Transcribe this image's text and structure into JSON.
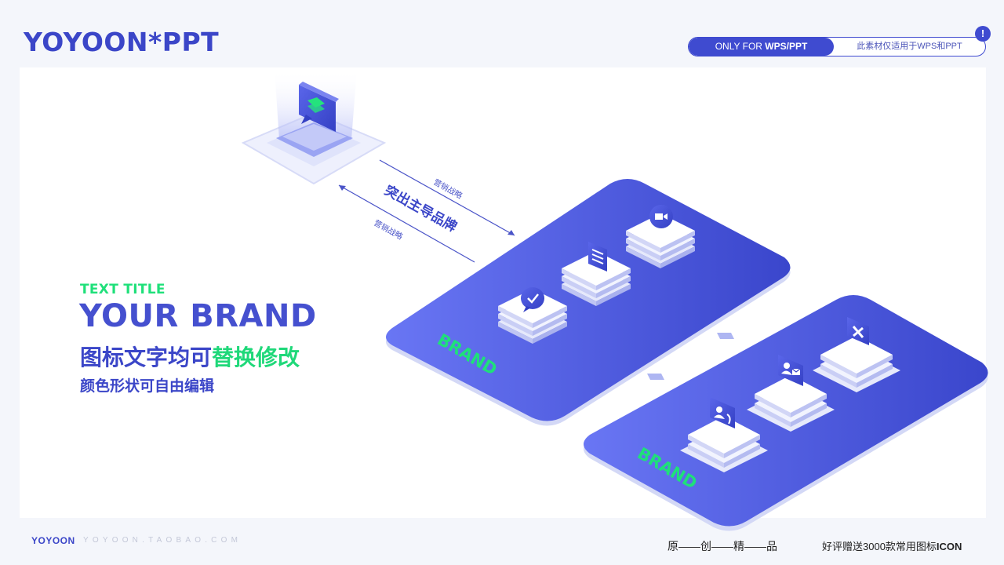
{
  "header": {
    "logo": "YOYOON*PPT",
    "pill_prefix": "ONLY FOR ",
    "pill_bold": "WPS/PPT",
    "pill_note": "此素材仅适用于WPS和PPT",
    "alert_glyph": "!"
  },
  "diagram": {
    "arrow_top_label": "营销战略",
    "center_label": "突出主导品牌",
    "arrow_bottom_label": "营销战略",
    "platform1_label": "BRAND",
    "platform2_label": "BRAND",
    "platform1_icons": [
      "chat-check-icon",
      "document-list-icon",
      "video-camera-icon"
    ],
    "platform2_icons": [
      "contact-phone-icon",
      "contact-mail-icon",
      "close-x-icon"
    ],
    "top_icon": "chat-layers-icon",
    "colors": {
      "primary": "#3f4bd0",
      "accent": "#1fe07a",
      "light": "#e6e9fb"
    }
  },
  "text_block": {
    "title": "TEXT TITLE",
    "brand": "YOUR BRAND",
    "line1_a": "图标文字均可",
    "line1_b": "替换修改",
    "line2": "颜色形状可自由编辑"
  },
  "footer": {
    "logo": "YOYOON",
    "url": "YOYOON.TAOBAO.COM",
    "original": "原——创——精——品",
    "gift_prefix": "好评赠送3000款常用图标",
    "gift_bold": "ICON"
  }
}
